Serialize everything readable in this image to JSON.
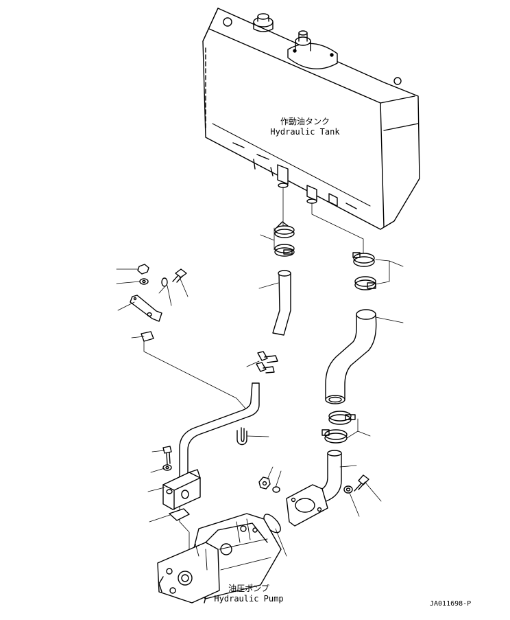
{
  "tank": {
    "label_ja": "作動油タンク",
    "label_en": "Hydraulic Tank"
  },
  "pump": {
    "label_ja": "油圧ポンプ",
    "label_en": "Hydraulic Pump"
  },
  "drawing_id": "JA011698-P"
}
